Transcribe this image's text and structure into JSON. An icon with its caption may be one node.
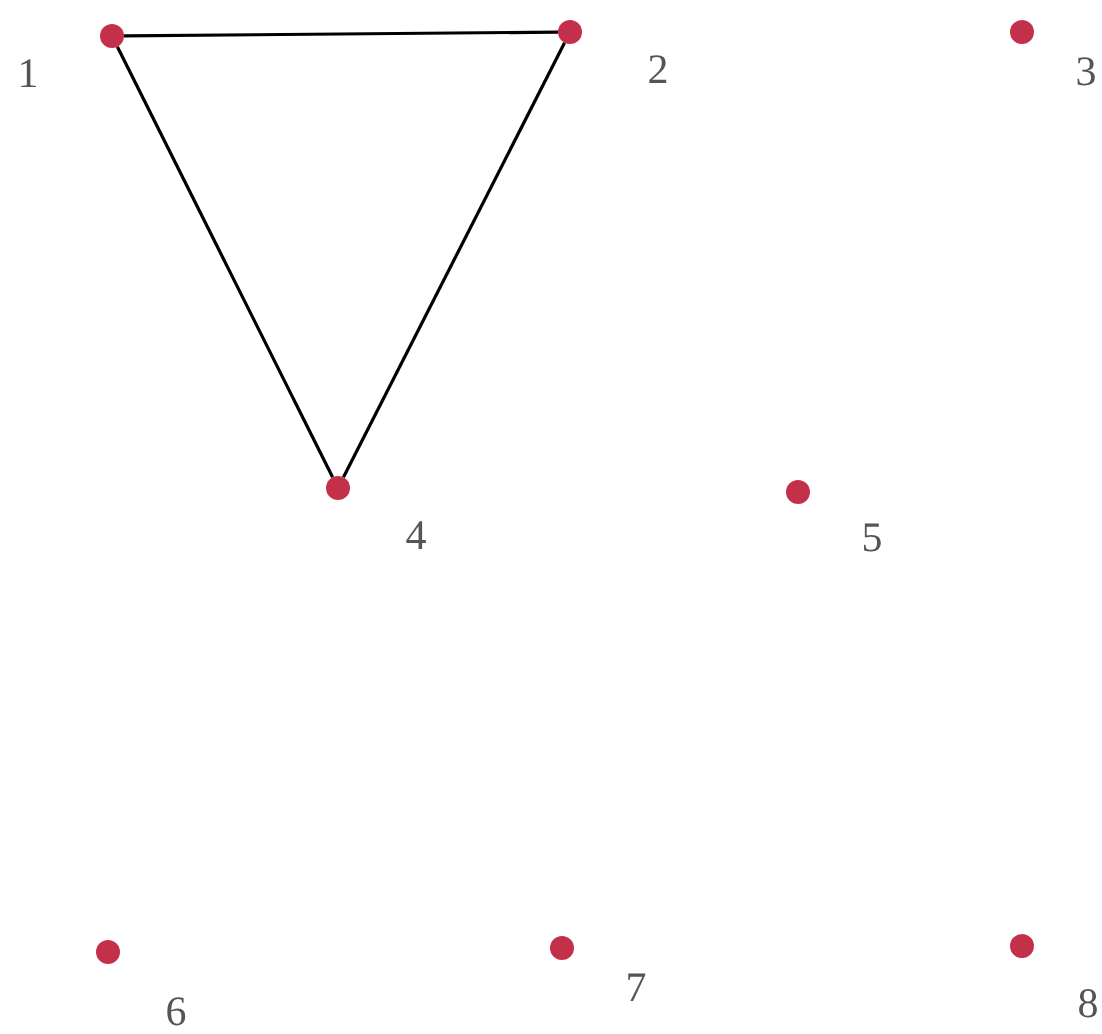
{
  "diagram": {
    "nodes": [
      {
        "text": [],
        "shape": "circle",
        "beside": [
          "1"
        ]
      },
      {
        "text": [],
        "shape": "circle",
        "beside": [
          "2"
        ]
      },
      {
        "text": [],
        "shape": "circle",
        "beside": [
          "3"
        ]
      },
      {
        "text": [],
        "shape": "circle",
        "beside": [
          "4"
        ]
      },
      {
        "text": [],
        "shape": "circle",
        "beside": [
          "5"
        ]
      },
      {
        "text": [],
        "shape": "circle",
        "beside": [
          "6"
        ]
      },
      {
        "text": [],
        "shape": "circle",
        "beside": [
          "7"
        ]
      },
      {
        "text": [],
        "shape": "circle",
        "beside": [
          "8"
        ]
      }
    ],
    "edges": [
      {
        "from": 0,
        "to": 1,
        "arrow": "none"
      },
      {
        "from": 1,
        "to": 3,
        "arrow": "none"
      },
      {
        "from": 3,
        "to": 0,
        "arrow": "none"
      }
    ]
  }
}
